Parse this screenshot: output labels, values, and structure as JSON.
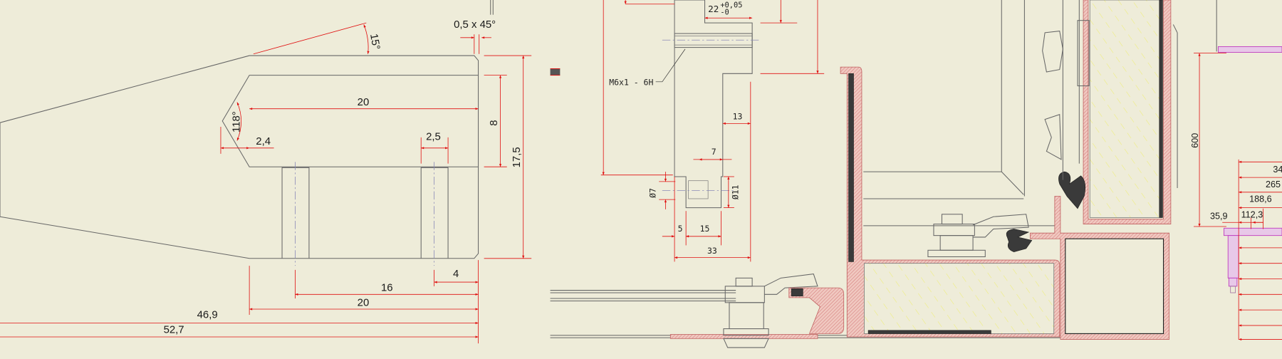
{
  "colors": {
    "background": "#eeecd9",
    "dimension": "#e01010",
    "edge": "#666666",
    "section_pink": "#d89090",
    "insulation": "#f0f080"
  },
  "left_part": {
    "angle_top": "15°",
    "chamfer": "0,5 x 45°",
    "drill_angle": "118°",
    "bore_length": "20",
    "dim_2_4": "2,4",
    "dim_2_5": "2,5",
    "bore_dia": "8",
    "height": "17,5",
    "dim_4": "4",
    "dim_16": "16",
    "dim_20_bottom": "20",
    "dim_46_9": "46,9",
    "dim_52_7": "52,7"
  },
  "middle_part": {
    "tolerance_base": "22",
    "tolerance_upper": "+0,05",
    "tolerance_lower": "-0",
    "thread_note": "M6x1 - 6H",
    "dim_13": "13",
    "dim_7": "7",
    "dia_7": "Ø7",
    "dia_11": "Ø11",
    "dim_5": "5",
    "dim_15": "15",
    "dim_33": "33"
  },
  "right_part": {
    "height_600": "600",
    "dims": [
      "34",
      "265",
      "188,6",
      "112,3",
      "35,9"
    ]
  }
}
